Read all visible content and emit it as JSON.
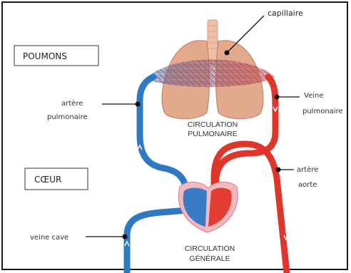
{
  "labels": {
    "capillaire": "capillaire",
    "poumons": "POUMONS",
    "artere_pulmonaire_1": "artère",
    "artere_pulmonaire_2": "pulmonaire",
    "veine_pulmonaire_1": "Veine",
    "veine_pulmonaire_2": "pulmonaire",
    "circ_pulm_1": "CIRCULATION",
    "circ_pulm_2": "PULMONAIRE",
    "coeur": "CŒUR",
    "artere_aorte_1": "artère",
    "artere_aorte_2": "aorte",
    "veine_cave": "veine cave",
    "circ_gen_1": "CIRCULATION",
    "circ_gen_2": "GÉNÉRALE"
  },
  "colors": {
    "blood_deoxygenated": "#2f78c4",
    "blood_oxygenated": "#e0352b",
    "lungs": "#e3a98c",
    "heart": "#f2b9c1",
    "trachea": "#f0bfa8"
  }
}
